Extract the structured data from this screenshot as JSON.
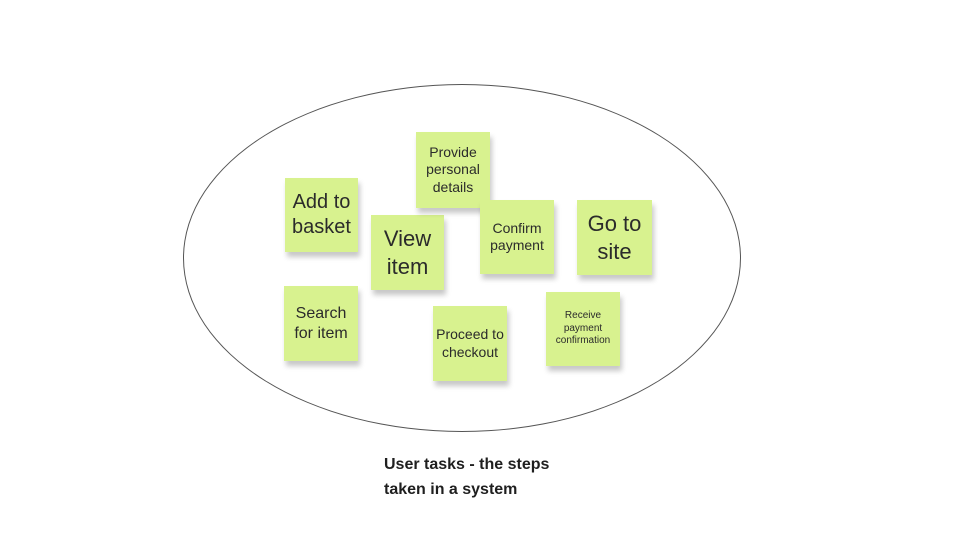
{
  "diagram": {
    "note_color": "#d8f28f",
    "ellipse_stroke": "#555555",
    "notes": [
      {
        "id": "add",
        "text": "Add to basket"
      },
      {
        "id": "view",
        "text": "View item"
      },
      {
        "id": "provide",
        "text": "Provide personal details"
      },
      {
        "id": "confirm",
        "text": "Confirm payment"
      },
      {
        "id": "goto",
        "text": "Go to site"
      },
      {
        "id": "search",
        "text": "Search for item"
      },
      {
        "id": "proceed",
        "text": "Proceed to checkout"
      },
      {
        "id": "receive",
        "text": "Receive payment confirmation"
      }
    ],
    "caption_line1": "User tasks - the steps",
    "caption_line2": "taken in a system"
  }
}
